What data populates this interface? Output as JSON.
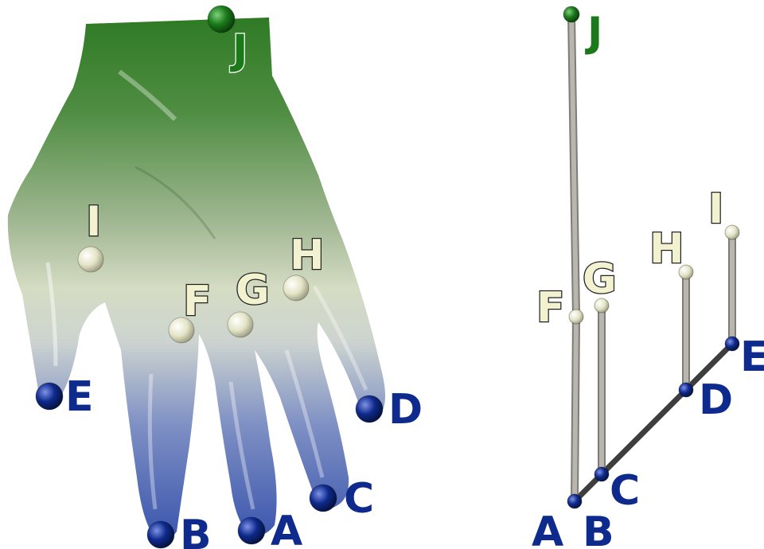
{
  "colors": {
    "extremum_max": "#1a7a1a",
    "saddle": "#e8e8c8",
    "extremum_min": "#0a2a8a",
    "max_label": "#1a7a1a",
    "saddle_label": "#f2f2d0",
    "min_label": "#0e2a8c",
    "tree_edge": "#b8b6ae",
    "tree_join": "#3e3e3e"
  },
  "hand": {
    "points": [
      {
        "id": "J",
        "label": "J",
        "type": "max"
      },
      {
        "id": "I",
        "label": "I",
        "type": "saddle"
      },
      {
        "id": "F",
        "label": "F",
        "type": "saddle"
      },
      {
        "id": "G",
        "label": "G",
        "type": "saddle"
      },
      {
        "id": "H",
        "label": "H",
        "type": "saddle"
      },
      {
        "id": "E",
        "label": "E",
        "type": "min"
      },
      {
        "id": "D",
        "label": "D",
        "type": "min"
      },
      {
        "id": "C",
        "label": "C",
        "type": "min"
      },
      {
        "id": "B",
        "label": "B",
        "type": "min"
      },
      {
        "id": "A",
        "label": "A",
        "type": "min"
      }
    ]
  },
  "tree": {
    "nodes": [
      {
        "id": "J",
        "label": "J",
        "type": "max"
      },
      {
        "id": "I",
        "label": "I",
        "type": "saddle"
      },
      {
        "id": "H",
        "label": "H",
        "type": "saddle"
      },
      {
        "id": "G",
        "label": "G",
        "type": "saddle"
      },
      {
        "id": "F",
        "label": "F",
        "type": "saddle"
      },
      {
        "id": "E",
        "label": "E",
        "type": "min"
      },
      {
        "id": "D",
        "label": "D",
        "type": "min"
      },
      {
        "id": "C",
        "label": "C",
        "type": "min"
      },
      {
        "id": "B",
        "label": "B",
        "type": "min"
      },
      {
        "id": "A",
        "label": "A",
        "type": "min"
      }
    ],
    "edges": [
      [
        "J",
        "F"
      ],
      [
        "F",
        "A"
      ],
      [
        "G",
        "C"
      ],
      [
        "H",
        "D"
      ],
      [
        "I",
        "E"
      ]
    ],
    "join_path": [
      "A",
      "C",
      "D",
      "E"
    ]
  }
}
